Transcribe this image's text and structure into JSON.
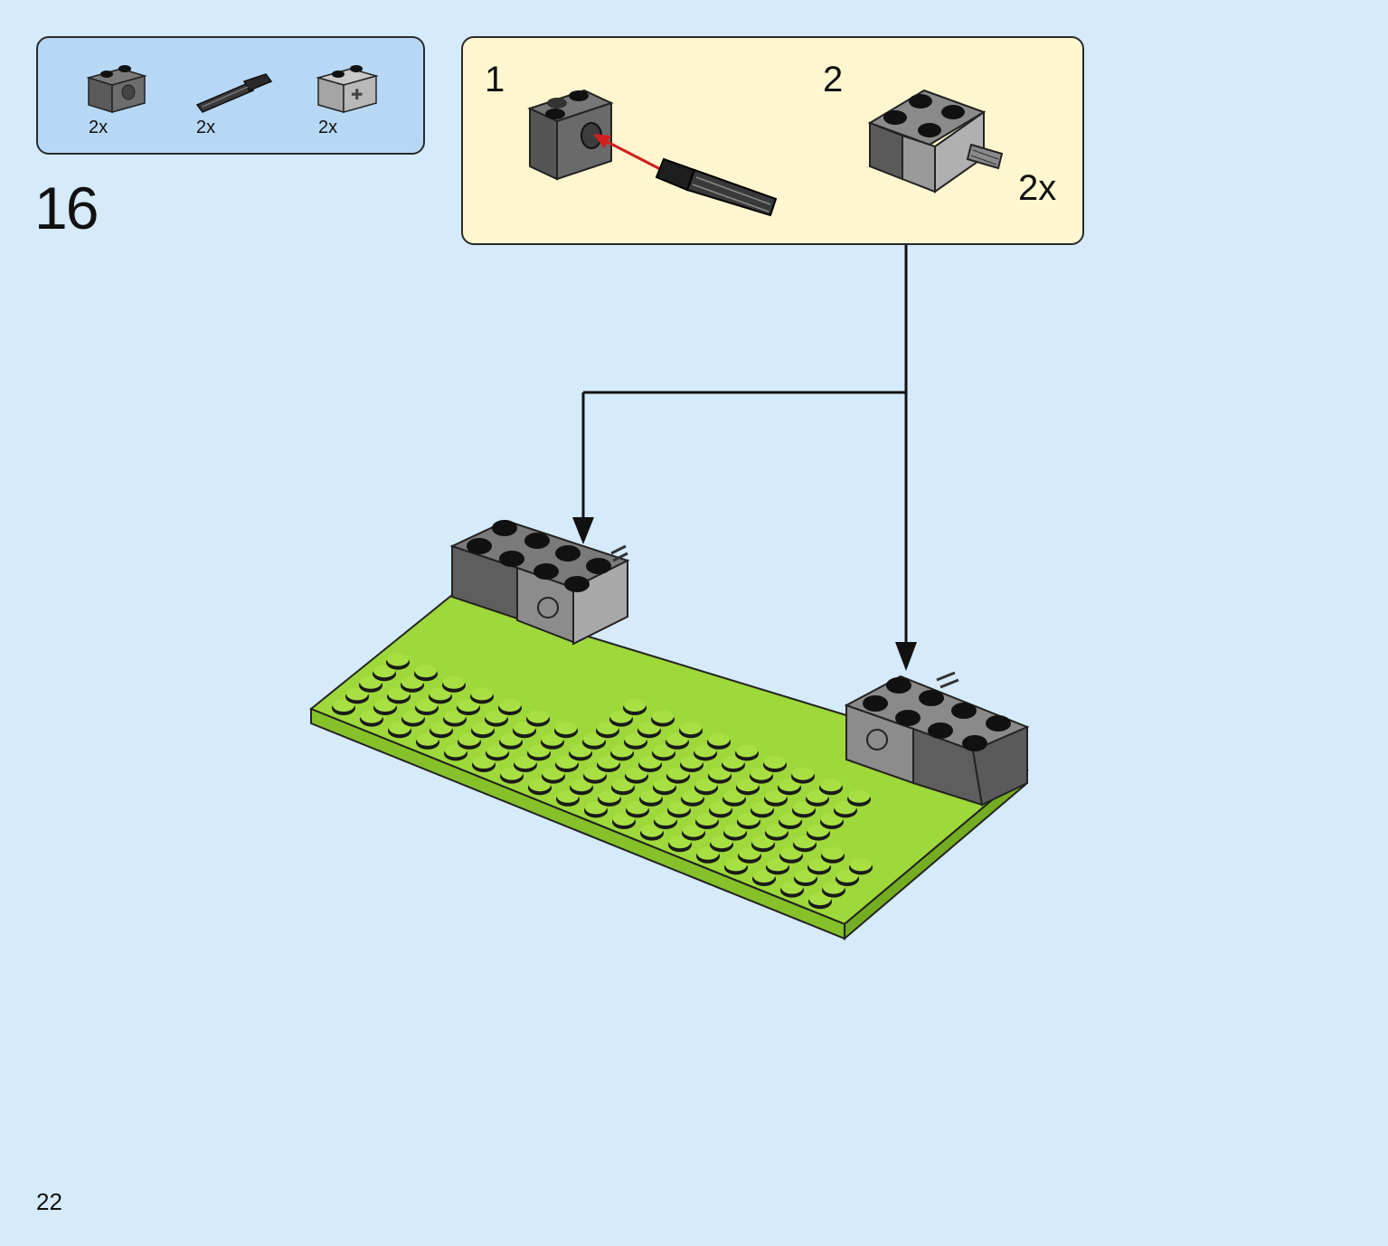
{
  "parts_list": {
    "items": [
      {
        "name": "dark-gray-technic-brick-1x2-with-hole",
        "qty": "2x"
      },
      {
        "name": "black-technic-axle",
        "qty": "2x"
      },
      {
        "name": "light-gray-technic-brick-1x2-axle-hole",
        "qty": "2x"
      }
    ]
  },
  "step_number": "16",
  "sub_assembly": {
    "step1": "1",
    "step2": "2",
    "multiplier": "2x"
  },
  "colors": {
    "background": "#d5ebfb",
    "parts_box": "#b6d8f5",
    "sub_box": "#fff6cf",
    "lime_plate": "#9ed83a",
    "dark_gray": "#5e5e5e",
    "light_gray": "#a9a9a9",
    "arrow_red": "#d11e1e"
  },
  "page_number": "22"
}
